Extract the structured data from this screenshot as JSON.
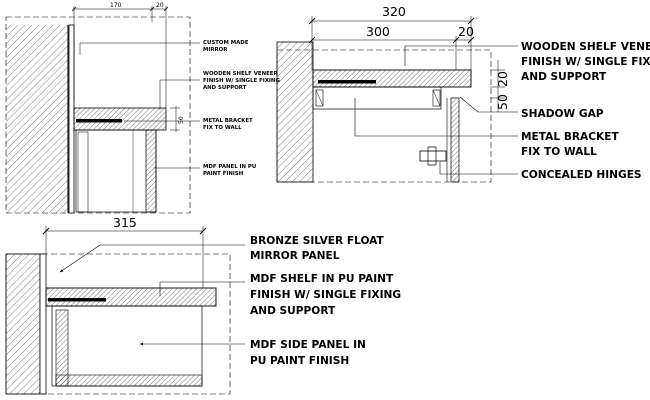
{
  "detail_1": {
    "dims": {
      "mirror": "170",
      "gap": "20",
      "shelf": "50"
    },
    "labels": {
      "mirror_1": "CUSTOM MADE",
      "mirror_2": "MIRROR",
      "shelf_1": "WOODEN SHELF VENEER",
      "shelf_2": "FINISH W/ SINGLE FIXING",
      "shelf_3": "AND SUPPORT",
      "bracket_1": "METAL BRACKET",
      "bracket_2": "FIX TO WALL",
      "panel_1": "MDF PANEL IN PU",
      "panel_2": "PAINT FINISH"
    }
  },
  "detail_2": {
    "dims": {
      "total": "320",
      "shelf": "300",
      "gap": "20",
      "h1": "20",
      "h2": "50"
    },
    "labels": {
      "shelf_1": "WOODEN SHELF VENEER",
      "shelf_2": "FINISH W/ SINGLE FIXING",
      "shelf_3": "AND SUPPORT",
      "shadow": "SHADOW GAP",
      "bracket_1": "METAL BRACKET",
      "bracket_2": "FIX TO WALL",
      "hinges": "CONCEALED HINGES"
    }
  },
  "detail_3": {
    "dims": {
      "total": "315"
    },
    "labels": {
      "mirror_1": "BRONZE SILVER FLOAT",
      "mirror_2": "MIRROR PANEL",
      "shelf_1": "MDF SHELF IN PU PAINT",
      "shelf_2": "FINISH W/ SINGLE FIXING",
      "shelf_3": "AND SUPPORT",
      "panel_1": "MDF SIDE PANEL IN",
      "panel_2": "PU PAINT FINISH"
    }
  }
}
